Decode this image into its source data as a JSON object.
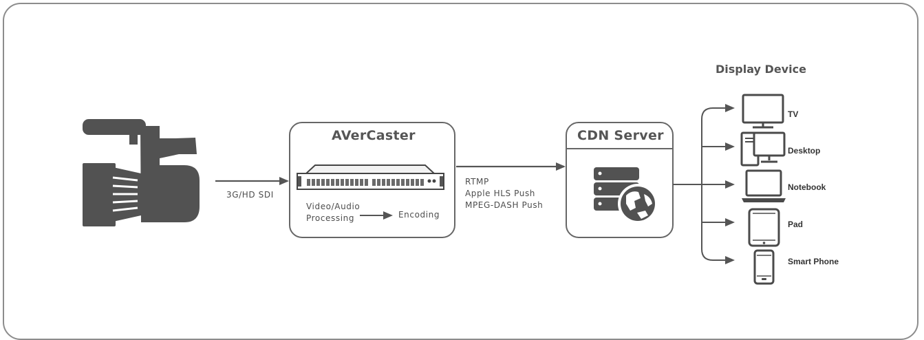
{
  "colors": {
    "line": "#555555",
    "icon": "#525252",
    "box_border": "#666666"
  },
  "source": {
    "icon": "video-camera-icon",
    "link_label": "3G/HD SDI"
  },
  "encoder": {
    "title": "AVerCaster",
    "device_icon": "rack-server-icon",
    "process_from_line1": "Video/Audio",
    "process_from_line2": "Processing",
    "process_to": "Encoding"
  },
  "protocols": [
    "RTMP",
    "Apple HLS Push",
    "MPEG-DASH Push"
  ],
  "cdn": {
    "title": "CDN Server",
    "icon": "server-globe-icon"
  },
  "display": {
    "header": "Display Device",
    "devices": [
      {
        "label": "TV",
        "icon": "tv-icon"
      },
      {
        "label": "Desktop",
        "icon": "desktop-icon"
      },
      {
        "label": "Notebook",
        "icon": "notebook-icon"
      },
      {
        "label": "Pad",
        "icon": "tablet-icon"
      },
      {
        "label": "Smart Phone",
        "icon": "smartphone-icon"
      }
    ]
  }
}
